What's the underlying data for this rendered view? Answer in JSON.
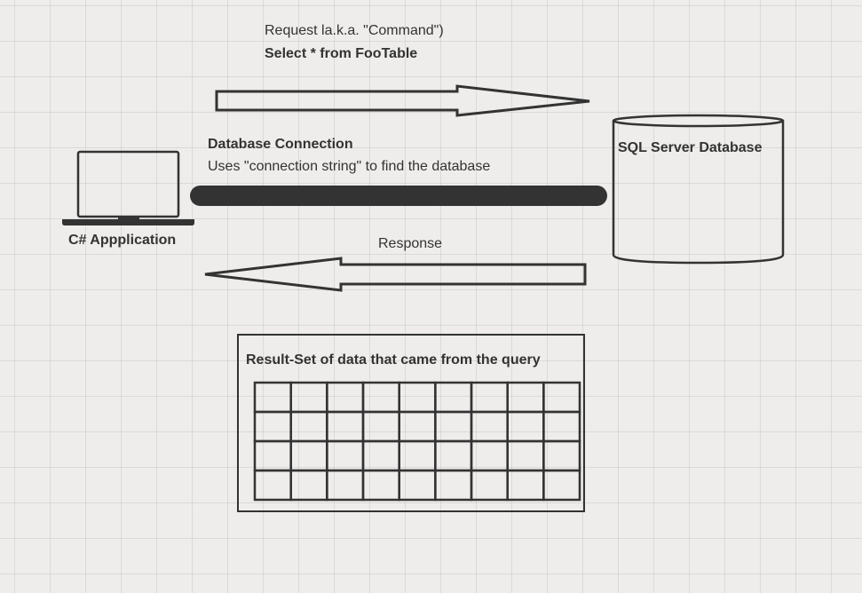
{
  "request": {
    "caption": "Request la.k.a. \"Command\")",
    "command": "Select * from FooTable"
  },
  "connection": {
    "title": "Database Connection",
    "description": "Uses \"connection string\" to find the database"
  },
  "client": {
    "label": "C# Appplication",
    "icon": "laptop-icon"
  },
  "server": {
    "label": "SQL Server Database",
    "icon": "database-cylinder"
  },
  "response": {
    "caption": "Response"
  },
  "result_set": {
    "title": "Result-Set of data that came from the query",
    "rows": 4,
    "columns": 9
  },
  "colors": {
    "stroke": "#333333",
    "connection_bar": "#333333",
    "background": "#eeedeb"
  }
}
